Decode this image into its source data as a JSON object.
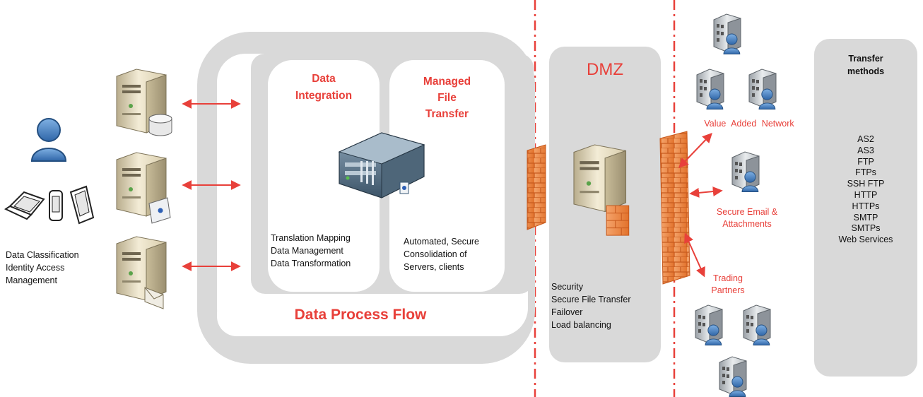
{
  "left_block": {
    "lines": [
      "Data Classification",
      "Identity Access",
      "Management"
    ]
  },
  "central": {
    "flow_label": "Data Process Flow",
    "data_integration": {
      "title_line1": "Data",
      "title_line2": "Integration",
      "lines": [
        "Translation Mapping",
        "Data Management",
        "Data Transformation"
      ]
    },
    "managed_file_transfer": {
      "title_line1": "Managed",
      "title_line2": "File",
      "title_line3": "Transfer",
      "lines": [
        "Automated, Secure",
        "Consolidation of",
        "Servers, clients"
      ]
    }
  },
  "dmz": {
    "title": "DMZ",
    "lines": [
      "Security",
      "Secure File Transfer",
      "Failover",
      "Load balancing"
    ]
  },
  "right_labels": {
    "van": "Value Added Network",
    "email_line1": "Secure Email &",
    "email_line2": "Attachments",
    "partners_line1": "Trading",
    "partners_line2": "Partners"
  },
  "transfer": {
    "title_line1": "Transfer",
    "title_line2": "methods",
    "methods": [
      "AS2",
      "AS3",
      "FTP",
      "FTPs",
      "SSH FTP",
      "HTTP",
      "HTTPs",
      "SMTP",
      "SMTPs",
      "Web Services"
    ]
  },
  "colors": {
    "accent_red": "#e8403a",
    "panel_gray": "#d9d9d9",
    "firewall_orange": "#f08a40",
    "user_blue": "#4a86c5",
    "server_beige": "#e6dcc0"
  }
}
